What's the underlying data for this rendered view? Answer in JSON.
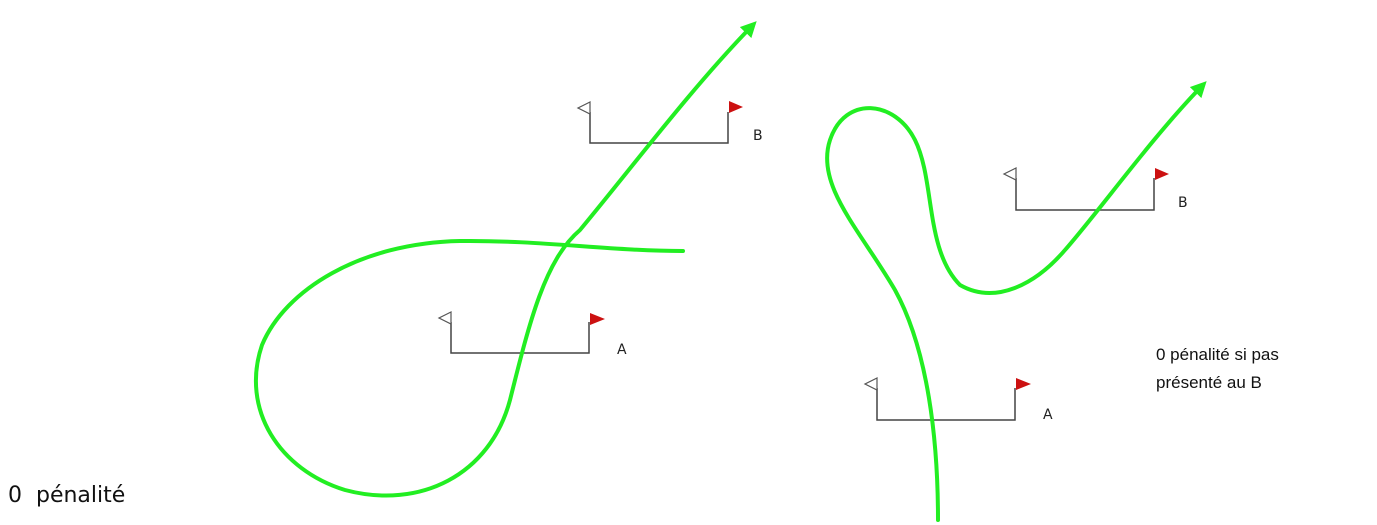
{
  "colors": {
    "track": "#22ee22",
    "gate_line": "#444444",
    "flag_red": "#cc1111",
    "flag_white": "#ffffff"
  },
  "left_scenario": {
    "caption": "0  pénalité",
    "gate_a_label": "A",
    "gate_b_label": "B"
  },
  "right_scenario": {
    "caption_line1": "0 pénalité si pas",
    "caption_line2": "présenté au B",
    "gate_a_label": "A",
    "gate_b_label": "B"
  }
}
